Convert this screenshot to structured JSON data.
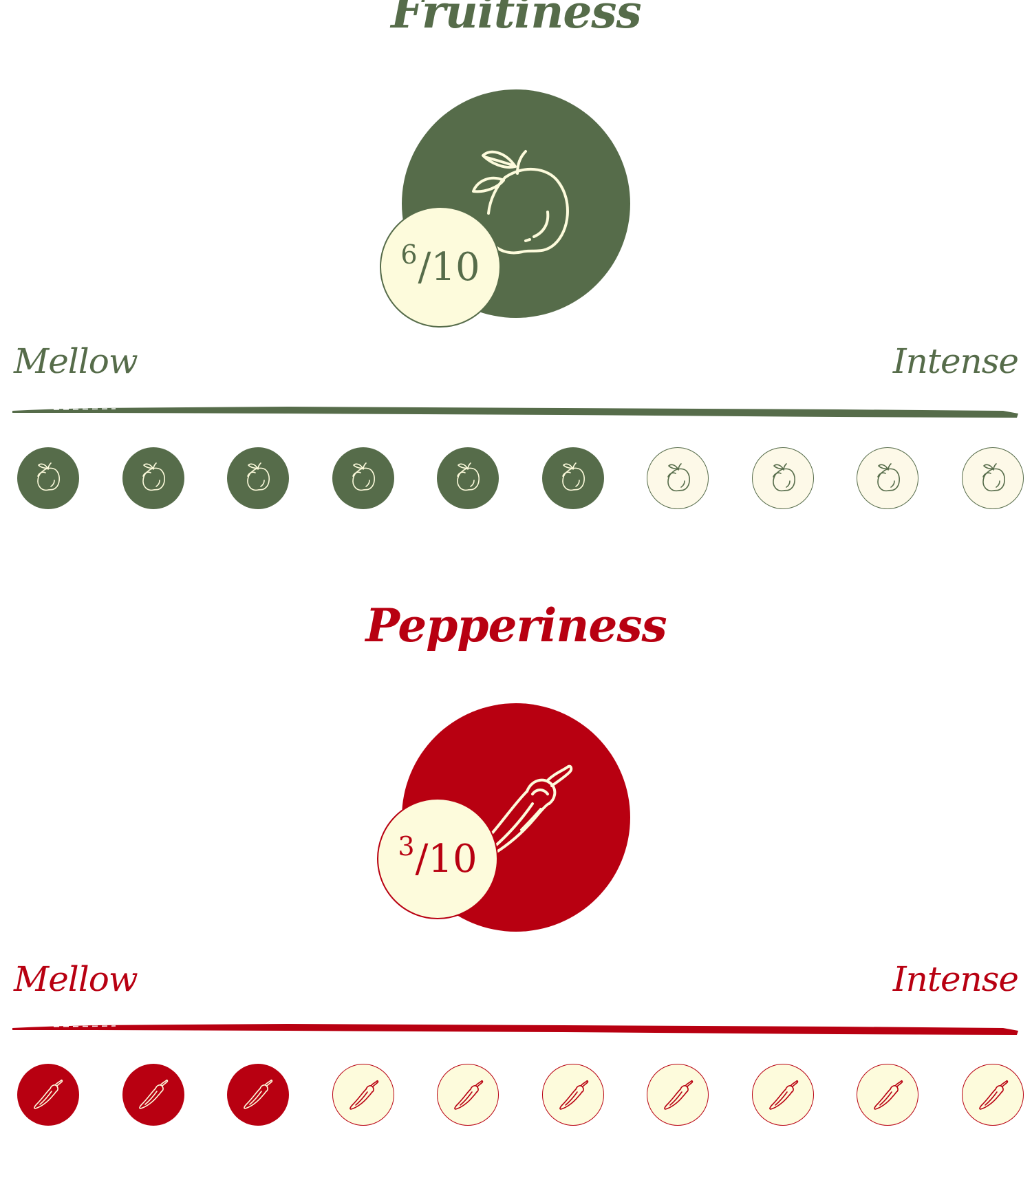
{
  "colors": {
    "fruit": "#566c4a",
    "pepper": "#b80011",
    "cream": "#fdfbdc",
    "cream_light": "#fdf9e8"
  },
  "fruitiness": {
    "title": "Fruitiness",
    "score": "6",
    "max": "10",
    "slash": "/",
    "score_value": 6,
    "max_value": 10,
    "left_label": "Mellow",
    "right_label": "Intense",
    "icon": "apple-icon"
  },
  "pepperiness": {
    "title": "Pepperiness",
    "score": "3",
    "max": "10",
    "slash": "/",
    "score_value": 3,
    "max_value": 10,
    "left_label": "Mellow",
    "right_label": "Intense",
    "icon": "chili-pepper-icon"
  }
}
